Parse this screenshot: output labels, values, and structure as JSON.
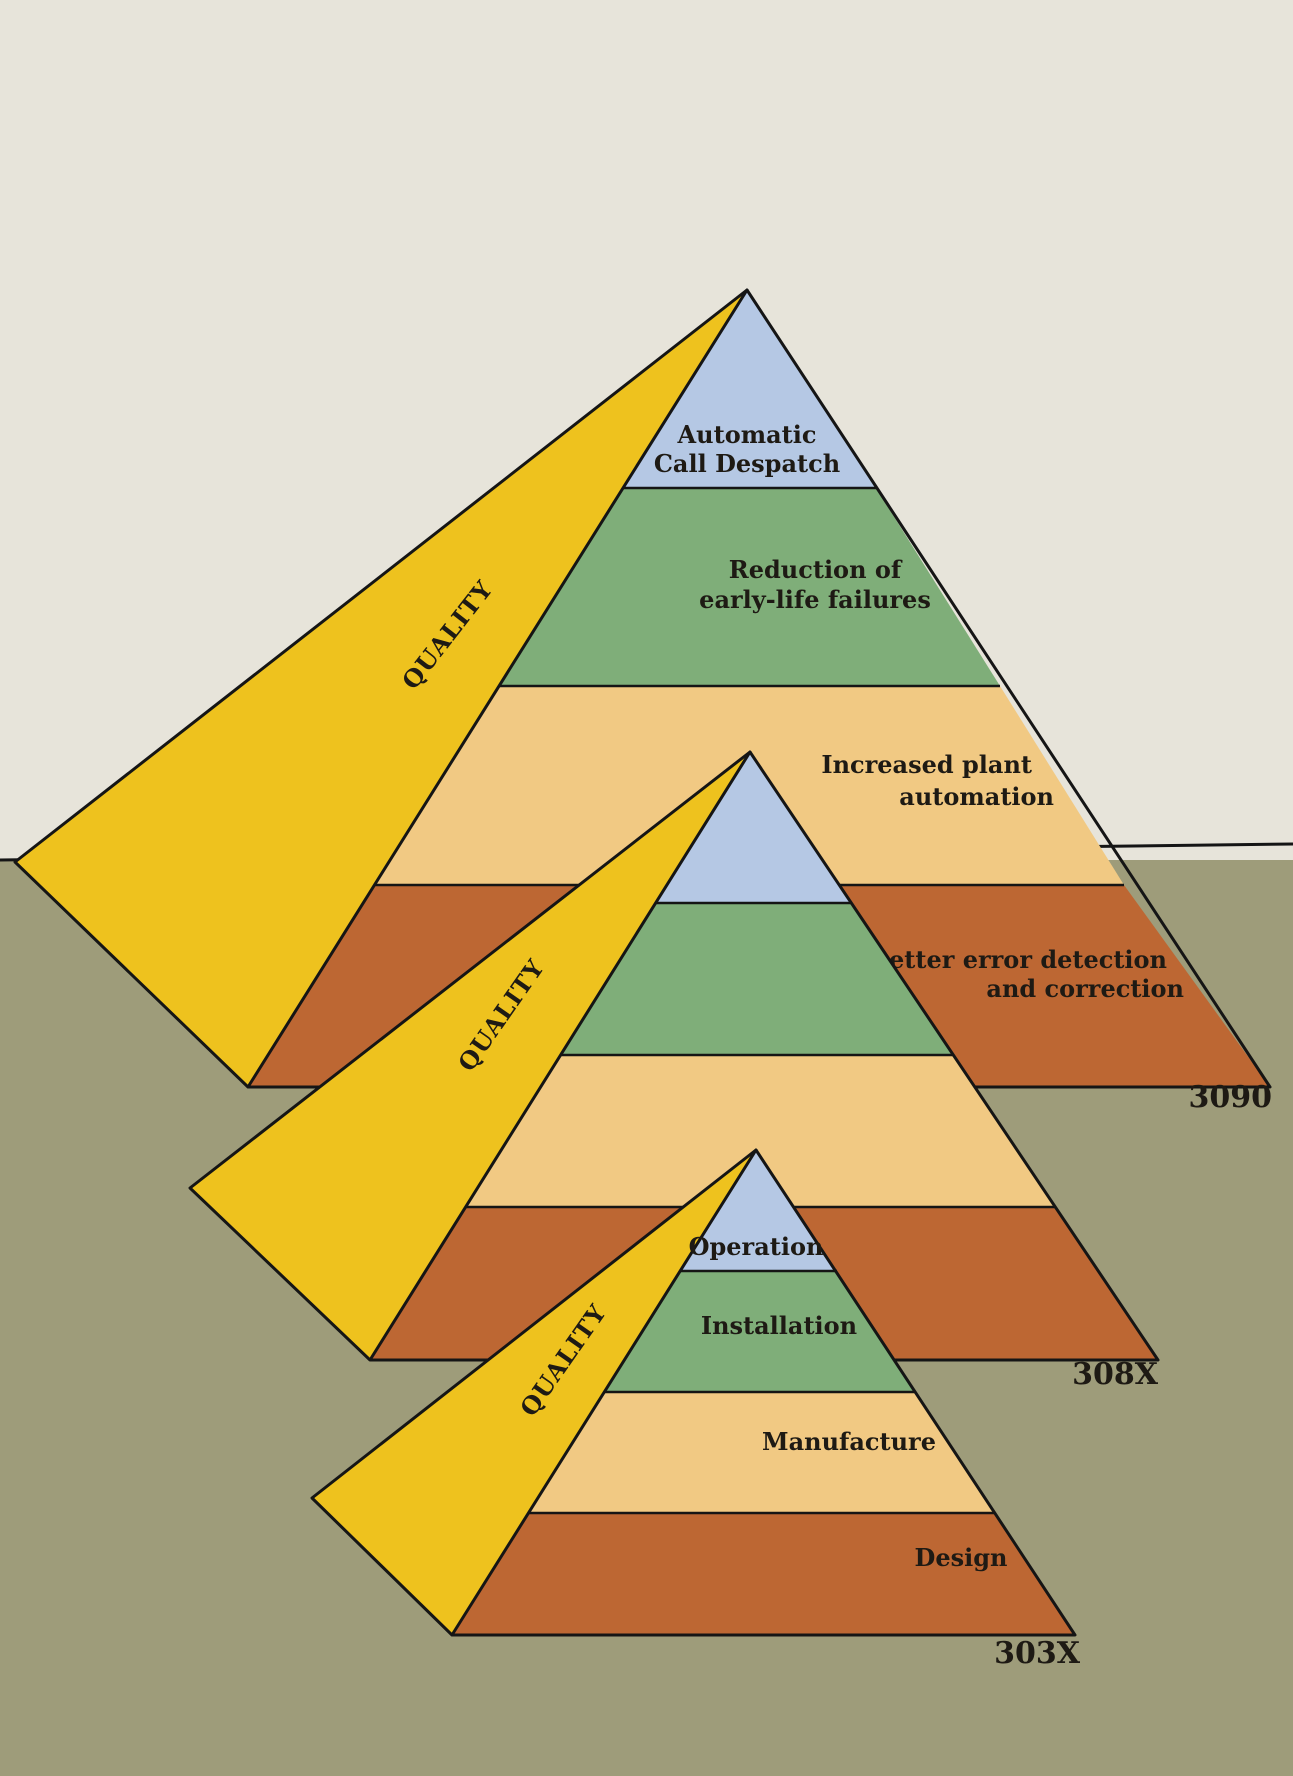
{
  "colors": {
    "sky": "#e7e4da",
    "ground": "#9e9c7a",
    "quality_face": "#eec21e",
    "tier_top": "#b5c8e4",
    "tier_2": "#7fae79",
    "tier_3": "#f1c983",
    "tier_base": "#bd6733",
    "outline": "#151515"
  },
  "pyramids": [
    {
      "model": "3090",
      "quality_label": "QUALITY",
      "tiers": [
        {
          "label_lines": [
            "Automatic",
            "Call Despatch"
          ]
        },
        {
          "label_lines": [
            "Reduction of",
            "early-life failures"
          ]
        },
        {
          "label_lines": [
            "Increased plant",
            "automation"
          ]
        },
        {
          "label_lines": [
            "Better error detection",
            "and correction"
          ]
        }
      ]
    },
    {
      "model": "308X",
      "quality_label": "QUALITY",
      "tiers": [
        {
          "label_lines": []
        },
        {
          "label_lines": []
        },
        {
          "label_lines": []
        },
        {
          "label_lines": []
        }
      ]
    },
    {
      "model": "303X",
      "quality_label": "QUALITY",
      "tiers": [
        {
          "label_lines": [
            "Operation"
          ]
        },
        {
          "label_lines": [
            "Installation"
          ]
        },
        {
          "label_lines": [
            "Manufacture"
          ]
        },
        {
          "label_lines": [
            "Design"
          ]
        }
      ]
    }
  ]
}
